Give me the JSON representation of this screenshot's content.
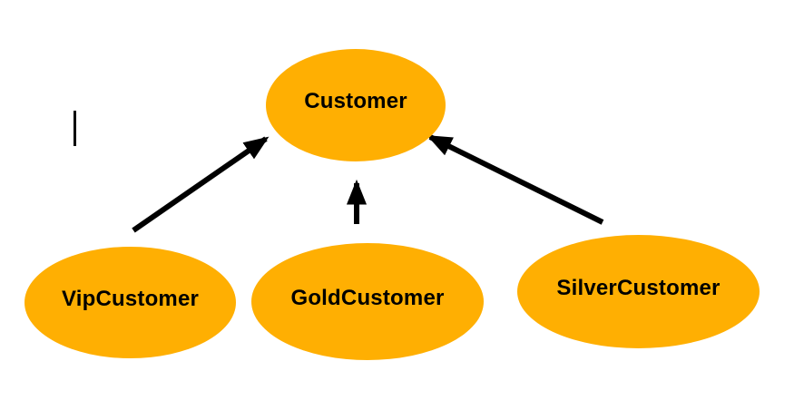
{
  "diagram": {
    "type": "inheritance-diagram",
    "colors": {
      "node_fill": "#FFAF02",
      "arrow": "#000000",
      "text": "#000000",
      "background": "#FFFFFF"
    },
    "nodes": [
      {
        "id": "customer",
        "label": "Customer"
      },
      {
        "id": "vip",
        "label": "VipCustomer"
      },
      {
        "id": "gold",
        "label": "GoldCustomer"
      },
      {
        "id": "silver",
        "label": "SilverCustomer"
      }
    ],
    "edges": [
      {
        "from": "VipCustomer",
        "to": "Customer"
      },
      {
        "from": "GoldCustomer",
        "to": "Customer"
      },
      {
        "from": "SilverCustomer",
        "to": "Customer"
      }
    ]
  }
}
